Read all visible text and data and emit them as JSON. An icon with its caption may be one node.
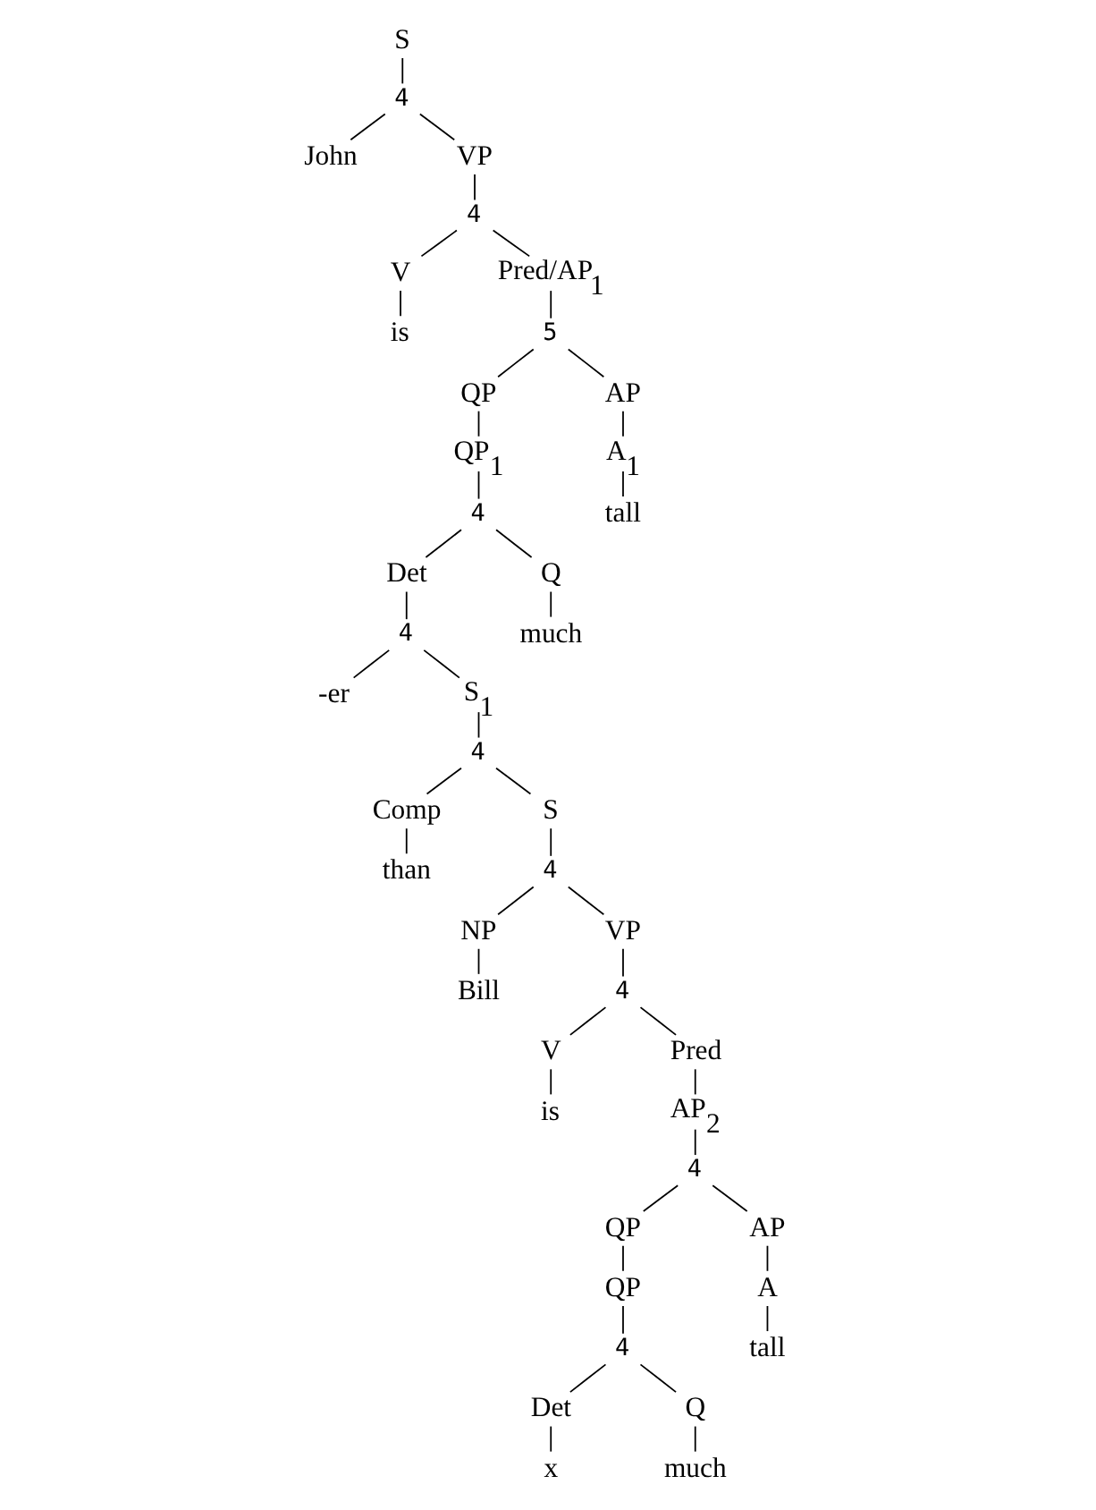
{
  "diagram": {
    "nodes": [
      {
        "text": [
          "S"
        ]
      },
      {
        "text": [
          "4"
        ]
      },
      {
        "text": [
          "John"
        ]
      },
      {
        "text": [
          "VP"
        ]
      },
      {
        "text": [
          "4"
        ]
      },
      {
        "text": [
          "V"
        ]
      },
      {
        "text": [
          "Pred/AP$_{1}$"
        ]
      },
      {
        "text": [
          "is"
        ]
      },
      {
        "text": [
          "5"
        ]
      },
      {
        "text": [
          "QP"
        ]
      },
      {
        "text": [
          "AP"
        ]
      },
      {
        "text": [
          "QP$_{1}$"
        ]
      },
      {
        "text": [
          "A$_{1}$"
        ]
      },
      {
        "text": [
          "4"
        ]
      },
      {
        "text": [
          "tall"
        ]
      },
      {
        "text": [
          "Det"
        ]
      },
      {
        "text": [
          "Q"
        ]
      },
      {
        "text": [
          "4"
        ]
      },
      {
        "text": [
          "much"
        ]
      },
      {
        "text": [
          "-er"
        ]
      },
      {
        "text": [
          "S$_{1}$"
        ]
      },
      {
        "text": [
          "4"
        ]
      },
      {
        "text": [
          "Comp"
        ]
      },
      {
        "text": [
          "S"
        ]
      },
      {
        "text": [
          "than"
        ]
      },
      {
        "text": [
          "4"
        ]
      },
      {
        "text": [
          "NP"
        ]
      },
      {
        "text": [
          "VP"
        ]
      },
      {
        "text": [
          "Bill"
        ]
      },
      {
        "text": [
          "4"
        ]
      },
      {
        "text": [
          "V"
        ]
      },
      {
        "text": [
          "Pred"
        ]
      },
      {
        "text": [
          "is"
        ]
      },
      {
        "text": [
          "AP$_{2}$"
        ]
      },
      {
        "text": [
          "4"
        ]
      },
      {
        "text": [
          "QP"
        ]
      },
      {
        "text": [
          "AP"
        ]
      },
      {
        "text": [
          "QP"
        ]
      },
      {
        "text": [
          "A"
        ]
      },
      {
        "text": [
          "4"
        ]
      },
      {
        "text": [
          "tall"
        ]
      },
      {
        "text": [
          "Det"
        ]
      },
      {
        "text": [
          "Q"
        ]
      },
      {
        "text": [
          "x"
        ]
      },
      {
        "text": [
          "much"
        ]
      }
    ],
    "edges": [
      {
        "from": 0,
        "to": 1,
        "arrow": "none"
      },
      {
        "from": 1,
        "to": 2,
        "arrow": "none"
      },
      {
        "from": 1,
        "to": 3,
        "arrow": "none"
      },
      {
        "from": 3,
        "to": 4,
        "arrow": "none"
      },
      {
        "from": 4,
        "to": 5,
        "arrow": "none"
      },
      {
        "from": 4,
        "to": 6,
        "arrow": "none"
      },
      {
        "from": 5,
        "to": 7,
        "arrow": "none"
      },
      {
        "from": 6,
        "to": 8,
        "arrow": "none"
      },
      {
        "from": 8,
        "to": 9,
        "arrow": "none"
      },
      {
        "from": 8,
        "to": 10,
        "arrow": "none"
      },
      {
        "from": 9,
        "to": 11,
        "arrow": "none"
      },
      {
        "from": 10,
        "to": 12,
        "arrow": "none"
      },
      {
        "from": 11,
        "to": 13,
        "arrow": "none"
      },
      {
        "from": 12,
        "to": 14,
        "arrow": "none"
      },
      {
        "from": 13,
        "to": 15,
        "arrow": "none"
      },
      {
        "from": 13,
        "to": 16,
        "arrow": "none"
      },
      {
        "from": 15,
        "to": 17,
        "arrow": "none"
      },
      {
        "from": 16,
        "to": 18,
        "arrow": "none"
      },
      {
        "from": 17,
        "to": 19,
        "arrow": "none"
      },
      {
        "from": 17,
        "to": 20,
        "arrow": "none"
      },
      {
        "from": 20,
        "to": 21,
        "arrow": "none"
      },
      {
        "from": 21,
        "to": 22,
        "arrow": "none"
      },
      {
        "from": 21,
        "to": 23,
        "arrow": "none"
      },
      {
        "from": 22,
        "to": 24,
        "arrow": "none"
      },
      {
        "from": 23,
        "to": 25,
        "arrow": "none"
      },
      {
        "from": 25,
        "to": 26,
        "arrow": "none"
      },
      {
        "from": 25,
        "to": 27,
        "arrow": "none"
      },
      {
        "from": 26,
        "to": 28,
        "arrow": "none"
      },
      {
        "from": 27,
        "to": 29,
        "arrow": "none"
      },
      {
        "from": 29,
        "to": 30,
        "arrow": "none"
      },
      {
        "from": 29,
        "to": 31,
        "arrow": "none"
      },
      {
        "from": 30,
        "to": 32,
        "arrow": "none"
      },
      {
        "from": 31,
        "to": 33,
        "arrow": "none"
      },
      {
        "from": 33,
        "to": 34,
        "arrow": "none"
      },
      {
        "from": 34,
        "to": 35,
        "arrow": "none"
      },
      {
        "from": 34,
        "to": 36,
        "arrow": "none"
      },
      {
        "from": 35,
        "to": 37,
        "arrow": "none"
      },
      {
        "from": 36,
        "to": 38,
        "arrow": "none"
      },
      {
        "from": 37,
        "to": 39,
        "arrow": "none"
      },
      {
        "from": 38,
        "to": 40,
        "arrow": "none"
      },
      {
        "from": 39,
        "to": 41,
        "arrow": "none"
      },
      {
        "from": 39,
        "to": 42,
        "arrow": "none"
      },
      {
        "from": 41,
        "to": 43,
        "arrow": "none"
      },
      {
        "from": 42,
        "to": 44,
        "arrow": "none"
      }
    ]
  }
}
